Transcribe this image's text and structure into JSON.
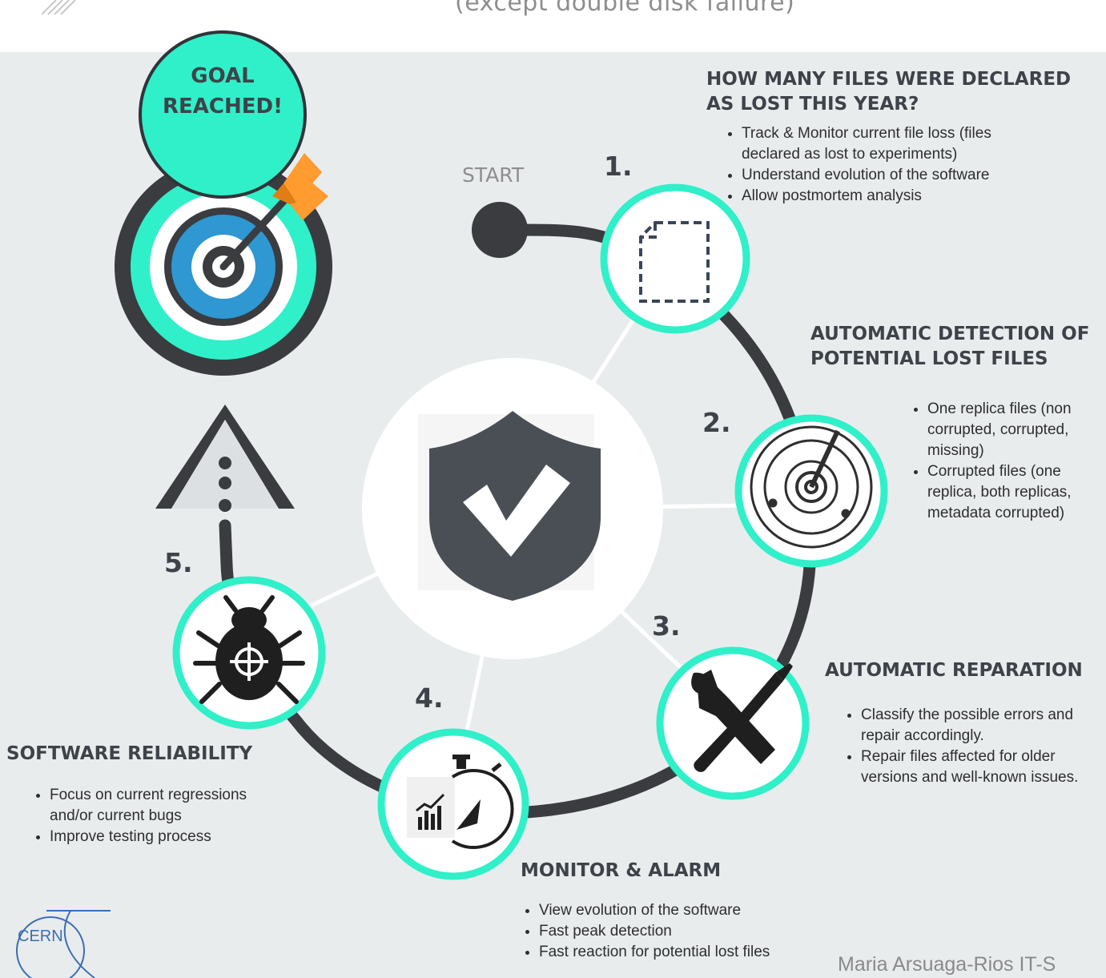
{
  "header": {
    "subtitle": "(except double disk failure)"
  },
  "goal": {
    "line1": "GOAL",
    "line2": "REACHED!"
  },
  "start_label": "START",
  "steps": [
    {
      "number": "1.",
      "title": "HOW MANY FILES WERE DECLARED AS LOST THIS YEAR?",
      "icon": "file-icon",
      "bullets": [
        "Track & Monitor current file loss (files declared as lost to experiments)",
        "Understand evolution of the software",
        "Allow postmortem analysis"
      ]
    },
    {
      "number": "2.",
      "title": "AUTOMATIC DETECTION OF POTENTIAL LOST FILES",
      "icon": "radar-icon",
      "bullets": [
        "One replica files (non corrupted, corrupted, missing)",
        "Corrupted files (one replica, both replicas, metadata corrupted)"
      ]
    },
    {
      "number": "3.",
      "title": "AUTOMATIC REPARATION",
      "icon": "wrench-screwdriver-icon",
      "bullets": [
        "Classify the possible errors and repair accordingly.",
        "Repair files affected for older versions and well-known issues."
      ]
    },
    {
      "number": "4.",
      "title": "MONITOR &  ALARM",
      "icon": "stopwatch-chart-icon",
      "bullets": [
        "View evolution of the software",
        "Fast peak detection",
        "Fast reaction for potential lost files"
      ]
    },
    {
      "number": "5.",
      "title": "SOFTWARE RELIABILITY",
      "icon": "bug-target-icon",
      "bullets": [
        "Focus on current regressions and/or current bugs",
        "Improve testing process"
      ]
    }
  ],
  "center_icon": "shield-check-icon",
  "goal_icon": "target-arrow-icon",
  "logo": {
    "text": "CERN"
  },
  "footer": {
    "author": "Maria Arsuaga-Rios IT-S"
  },
  "colors": {
    "accent": "#2ff0c9",
    "dark": "#3e434a",
    "panel": "#e9eced",
    "track": "#3a3c40",
    "target_blue": "#2f97d2"
  }
}
